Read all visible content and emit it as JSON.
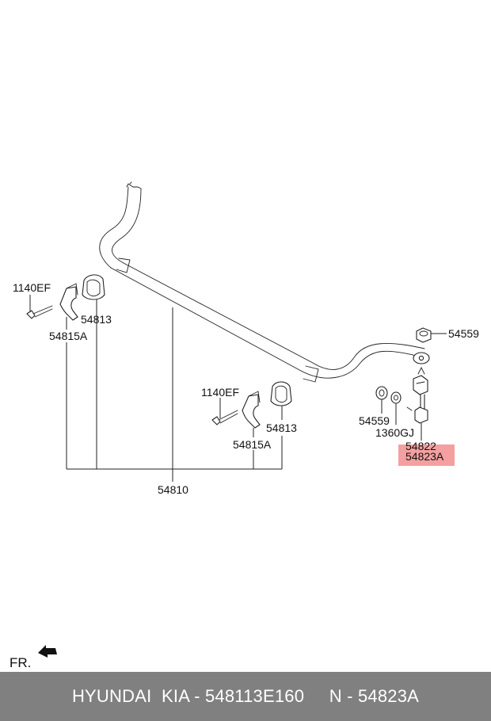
{
  "diagram": {
    "labels": {
      "clip_bolt_left": "1140EF",
      "bushing_left": "54813",
      "bracket_left": "54815A",
      "clip_bolt_right": "1140EF",
      "bracket_right": "54815A",
      "bushing_right": "54813",
      "stabilizer_bar": "54810",
      "nut_top": "54559",
      "nut_lower": "54559",
      "washer": "1360GJ",
      "link_a": "54822",
      "link_b": "54823A"
    },
    "highlight_color": "#f4a0a0",
    "direction": {
      "label": "FR.",
      "icon": "arrow-icon"
    }
  },
  "footer": {
    "text": "HYUNDAI  KIA - 548113E160     N - 54823A",
    "background": "#808080",
    "color": "#ffffff"
  }
}
